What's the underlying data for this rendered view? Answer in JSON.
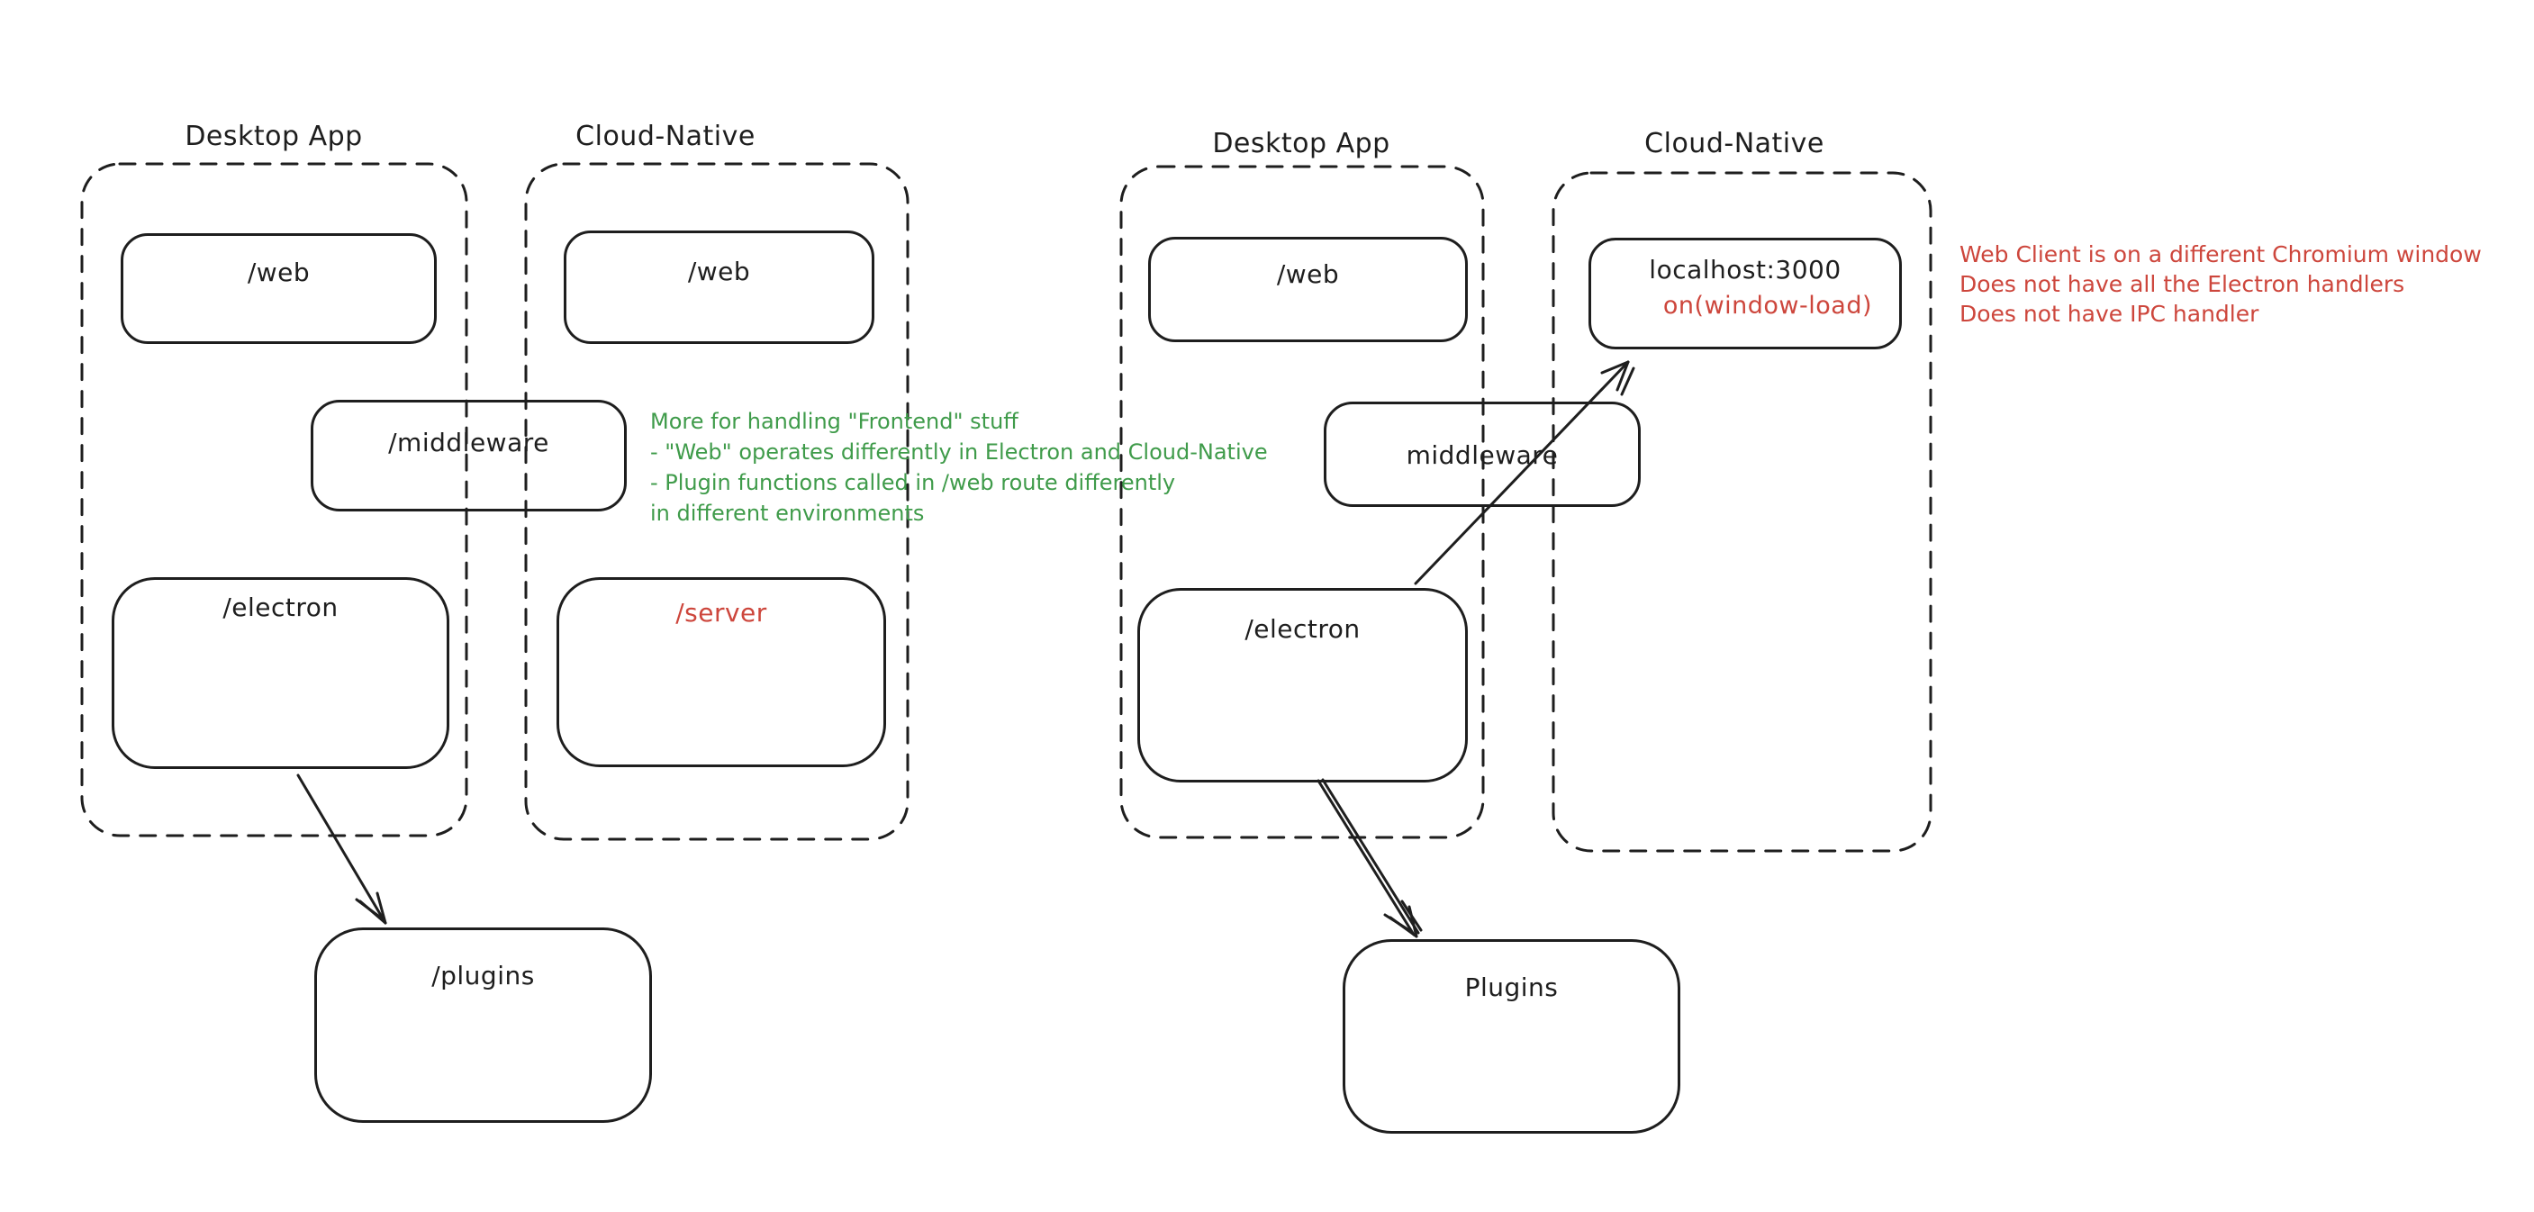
{
  "colors": {
    "ink": "#1e1e1e",
    "green": "#3f9b4a",
    "red": "#cd463c",
    "background": "#ffffff"
  },
  "left_diagram": {
    "desktop_container": {
      "title": "Desktop App"
    },
    "cloud_container": {
      "title": "Cloud-Native"
    },
    "boxes": {
      "web_desktop": "/web",
      "web_cloud": "/web",
      "middleware": "/middleware",
      "electron": "/electron",
      "server": "/server",
      "plugins": "/plugins"
    }
  },
  "right_diagram": {
    "desktop_container": {
      "title": "Desktop App"
    },
    "cloud_container": {
      "title": "Cloud-Native"
    },
    "boxes": {
      "web_desktop": "/web",
      "middleware": "middleware",
      "electron": "/electron",
      "localhost": "localhost:3000",
      "window_load": "on(window-load)",
      "plugins": "Plugins"
    }
  },
  "annotations": {
    "green_note": {
      "color": "#3f9b4a",
      "lines": [
        "More for handling \"Frontend\" stuff",
        "- \"Web\" operates differently in Electron and Cloud-Native",
        "- Plugin functions called in /web route differently",
        "in different environments"
      ]
    },
    "red_note": {
      "color": "#cd463c",
      "lines": [
        "Web Client is on a different Chromium window",
        "Does not have all the Electron handlers",
        "Does not have IPC handler"
      ]
    }
  }
}
